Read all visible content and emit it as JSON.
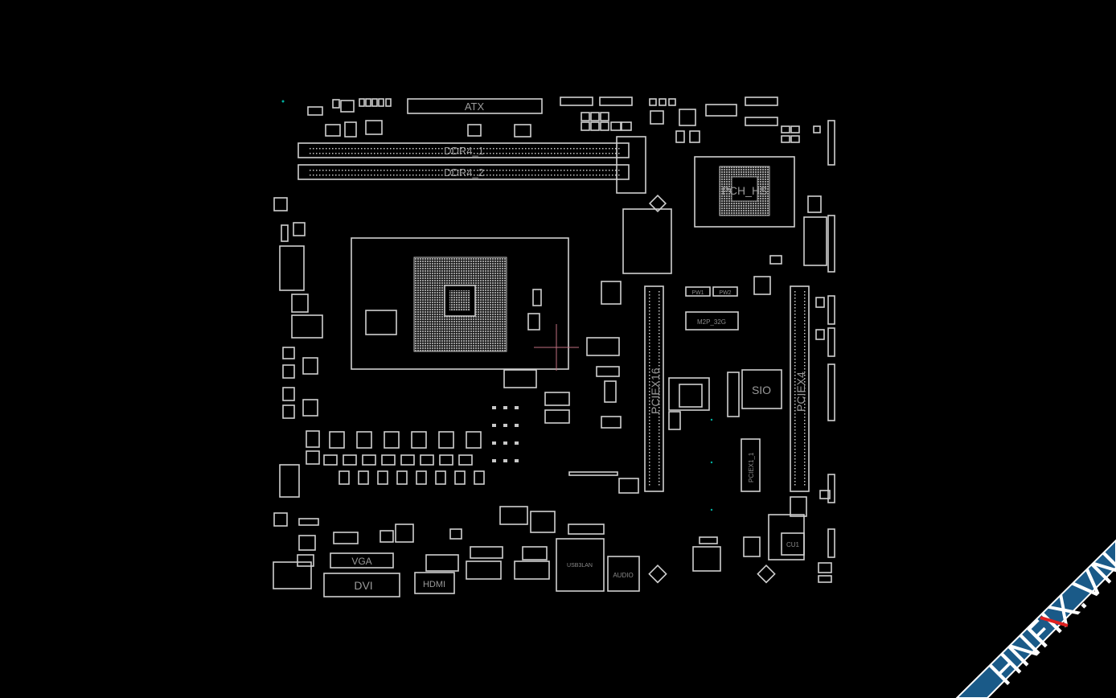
{
  "board": {
    "labels": {
      "atx": "ATX",
      "ddr4_1": "DDR4_1",
      "ddr4_2": "DDR4_2",
      "pch": "PCH_HS",
      "pciex16": "PCIEX16",
      "pciex4": "PCIEX4",
      "pciex1": "PCIEX1_1",
      "m2": "M2P_32G",
      "pw1": "PW1",
      "pw2": "PW2",
      "sio": "SIO",
      "cu1": "CU1",
      "vga": "VGA",
      "dvi": "DVI",
      "hdmi": "HDMI",
      "usb_lan": "USB3LAN",
      "audio": "AUDIO"
    },
    "colors": {
      "background": "#000000",
      "outline": "#cfcfcf",
      "cursor": "#c07080",
      "marker": "#00b0a0"
    }
  },
  "watermark": {
    "text": "HNFIX.VN",
    "band_color": "#1a5a88",
    "accent_color": "#e02020"
  }
}
